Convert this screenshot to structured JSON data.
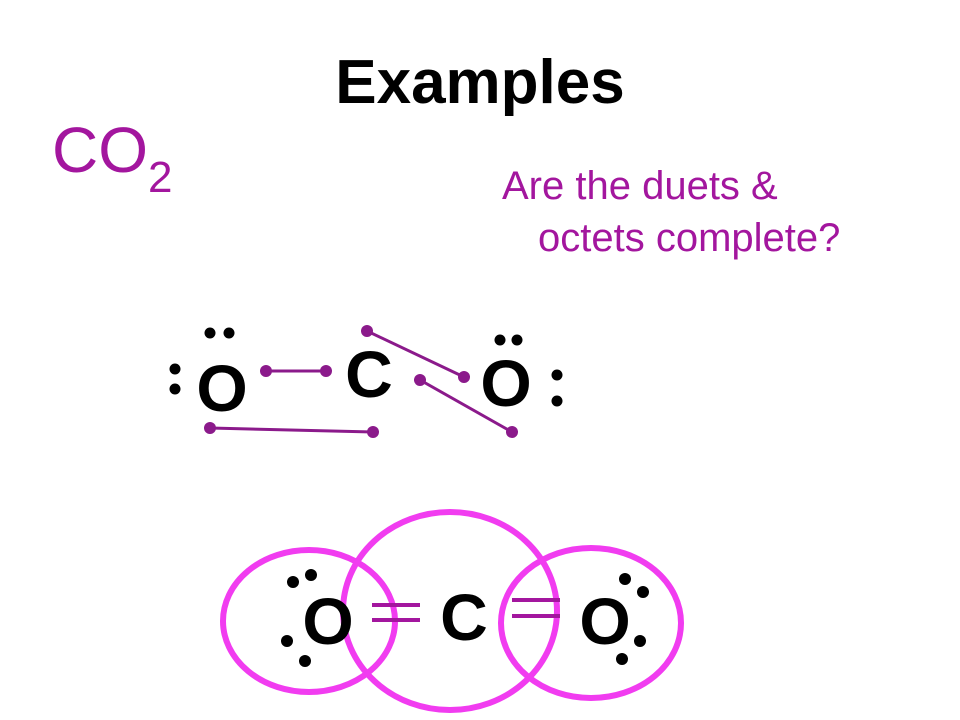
{
  "slide": {
    "title": "Examples",
    "formula": {
      "base": "CO",
      "subscript": "2"
    },
    "question": {
      "line1": "Are the duets &",
      "line2": "octets complete?"
    }
  },
  "diagram_top": {
    "atoms": {
      "left_o": "O",
      "center_c": "C",
      "right_o": "O"
    }
  },
  "diagram_bottom": {
    "atoms": {
      "left_o": "O",
      "center_c": "C",
      "right_o": "O"
    }
  },
  "colors": {
    "title": "#000000",
    "formula": "#a3169e",
    "question": "#a3169e",
    "atom_text": "#000000",
    "electron_dot": "#000000",
    "pairing_line": "#8b1a8b",
    "pairing_dot": "#8b1a8b",
    "octet_circle": "#f13cf0",
    "bond": "#a3169e"
  }
}
